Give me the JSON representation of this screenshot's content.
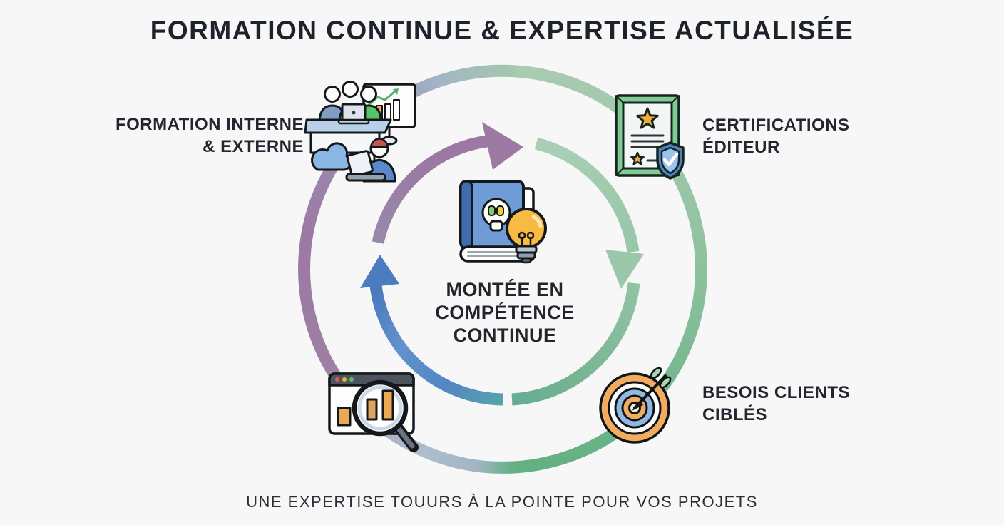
{
  "title": "FORMATION CONTINUE & EXPERTISE ACTUALISÉE",
  "cycle": {
    "center": {
      "icon": "book-lightbulb-icon",
      "line1": "MONTÉE EN",
      "line2": "COMPÉTENCE",
      "line3": "CONTINUE"
    },
    "steps": [
      {
        "id": "formation",
        "icon": "team-training-icon",
        "line1": "FORMATION INTERNE",
        "line2": "& EXTERNE"
      },
      {
        "id": "certifications",
        "icon": "certificate-shield-icon",
        "line1": "CERTIFICATIONS",
        "line2": "ÉDITEUR"
      },
      {
        "id": "besoins",
        "icon": "target-arrow-icon",
        "line1": "BESOIS CLIENTS",
        "line2": "CIBLÉS"
      },
      {
        "id": "veille",
        "icon": "browser-magnifier-icon"
      }
    ]
  },
  "footer": "UNE EXPERTISE TOUURS À LA POINTE POUR VOS PROJETS",
  "colors": {
    "background": "#f7f7f7",
    "ring_green": "#7dbb93",
    "ring_green_light": "#a8cbb1",
    "ring_purple": "#9c79a3",
    "ring_blue": "#5081c3",
    "ring_blue_grey": "#a9bac9",
    "accent_orange": "#f2ac60",
    "accent_yellow": "#f7ba42",
    "text": "#23262e"
  }
}
